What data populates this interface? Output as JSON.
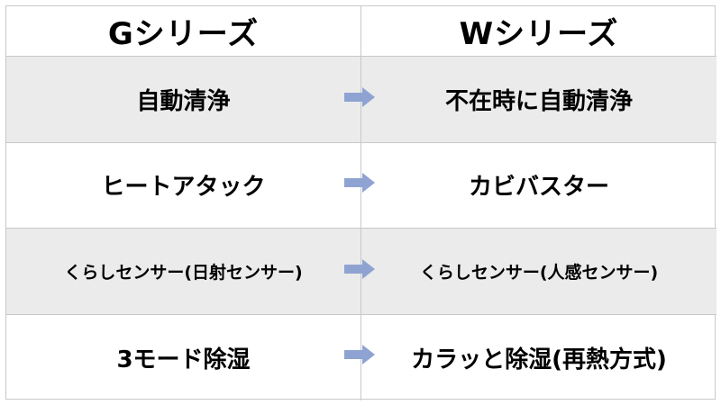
{
  "header": {
    "left": "Gシリーズ",
    "right": "Wシリーズ"
  },
  "rows": [
    {
      "left": "自動清浄",
      "right": "不在時に自動清浄"
    },
    {
      "left": "ヒートアタック",
      "right": "カビバスター"
    },
    {
      "left": "くらしセンサー(日射センサー)",
      "right": "くらしセンサー(人感センサー)"
    },
    {
      "left": "3モード除湿",
      "right": "カラッと除湿(再熱方式)"
    }
  ],
  "colors": {
    "arrow_fill": "#8fa3d2",
    "shaded_row": "#ebebeb",
    "border": "#c8c8c8"
  },
  "icons": {
    "row_arrow": "right-arrow-icon"
  }
}
